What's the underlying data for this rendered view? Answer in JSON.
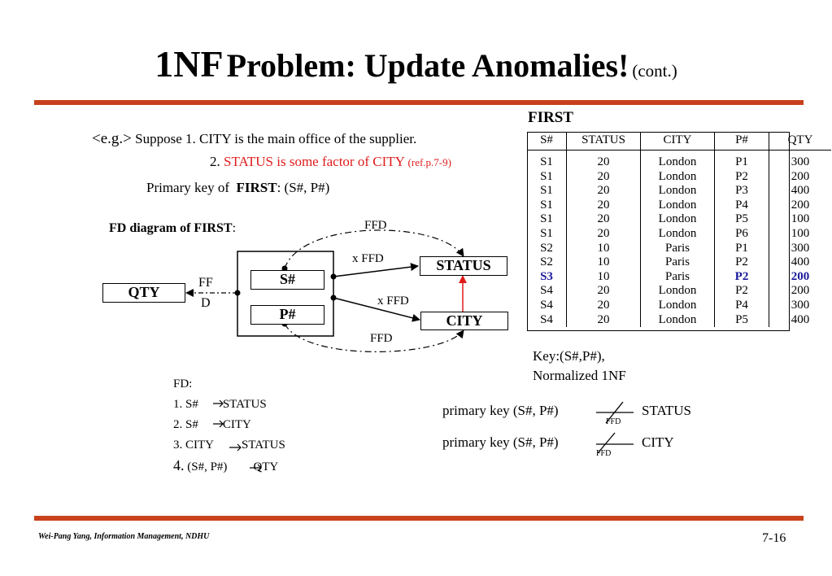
{
  "colors": {
    "rule": "#c8411d",
    "red_text": "#e01b1b",
    "highlight": "#1a1a9a"
  },
  "title": {
    "nf": "1NF",
    "main": "Problem: Update Anomalies!",
    "cont": "(cont.)"
  },
  "example": {
    "prefix": "<e.g.>",
    "line1": "Suppose 1. CITY is the main office of the supplier.",
    "line2_num": "2.",
    "line2_red": "STATUS is some factor of CITY",
    "line2_ref": "(ref.p.7-9)",
    "pk_pre": "Primary key of",
    "pk_bold": "FIRST",
    "pk_post": ": (S#, P#)"
  },
  "fd_diagram": {
    "title_bold": "FD diagram of FIRST",
    "title_colon": ":",
    "nodes": {
      "s": "S#",
      "p": "P#",
      "status": "STATUS",
      "city": "CITY",
      "qty": "QTY"
    },
    "edge_labels": {
      "ffd_top": "FFD",
      "xffd_status": "x FFD",
      "xffd_city": "x FFD",
      "ffd_bottom": "FFD",
      "ff": "FF",
      "d": "D"
    }
  },
  "fd_list": {
    "header": "FD:",
    "items": [
      {
        "lhs": "1. S#",
        "arrow": "→",
        "rhs": "STATUS"
      },
      {
        "lhs": "2. S#",
        "arrow": "→",
        "rhs": "CITY"
      },
      {
        "lhs": "3. CITY",
        "arrow": "→",
        "rhs": "STATUS"
      },
      {
        "num": "4.",
        "lhs": "(S#, P#)",
        "arrow": "→",
        "rhs": "QTY"
      }
    ]
  },
  "table": {
    "name": "FIRST",
    "columns": [
      "S#",
      "STATUS",
      "CITY",
      "P#",
      "QTY"
    ],
    "rows": [
      [
        "S1",
        "20",
        "London",
        "P1",
        "300"
      ],
      [
        "S1",
        "20",
        "London",
        "P2",
        "200"
      ],
      [
        "S1",
        "20",
        "London",
        "P3",
        "400"
      ],
      [
        "S1",
        "20",
        "London",
        "P4",
        "200"
      ],
      [
        "S1",
        "20",
        "London",
        "P5",
        "100"
      ],
      [
        "S1",
        "20",
        "London",
        "P6",
        "100"
      ],
      [
        "S2",
        "10",
        "Paris",
        "P1",
        "300"
      ],
      [
        "S2",
        "10",
        "Paris",
        "P2",
        "400"
      ],
      [
        "S3",
        "10",
        "Paris",
        "P2",
        "200"
      ],
      [
        "S4",
        "20",
        "London",
        "P2",
        "200"
      ],
      [
        "S4",
        "20",
        "London",
        "P4",
        "300"
      ],
      [
        "S4",
        "20",
        "London",
        "P5",
        "400"
      ]
    ],
    "highlight_row": 8,
    "key_note_1": "Key:(S#,P#),",
    "key_note_2": "Normalized 1NF"
  },
  "non_ffd": [
    {
      "lhs": "primary key (S#, P#)",
      "label": "FFD",
      "rhs": "STATUS"
    },
    {
      "lhs": "primary key (S#, P#)",
      "label": "FFD",
      "rhs": "CITY"
    }
  ],
  "footer": {
    "left": "Wei-Pang Yang, Information Management, NDHU",
    "page": "7-16"
  }
}
